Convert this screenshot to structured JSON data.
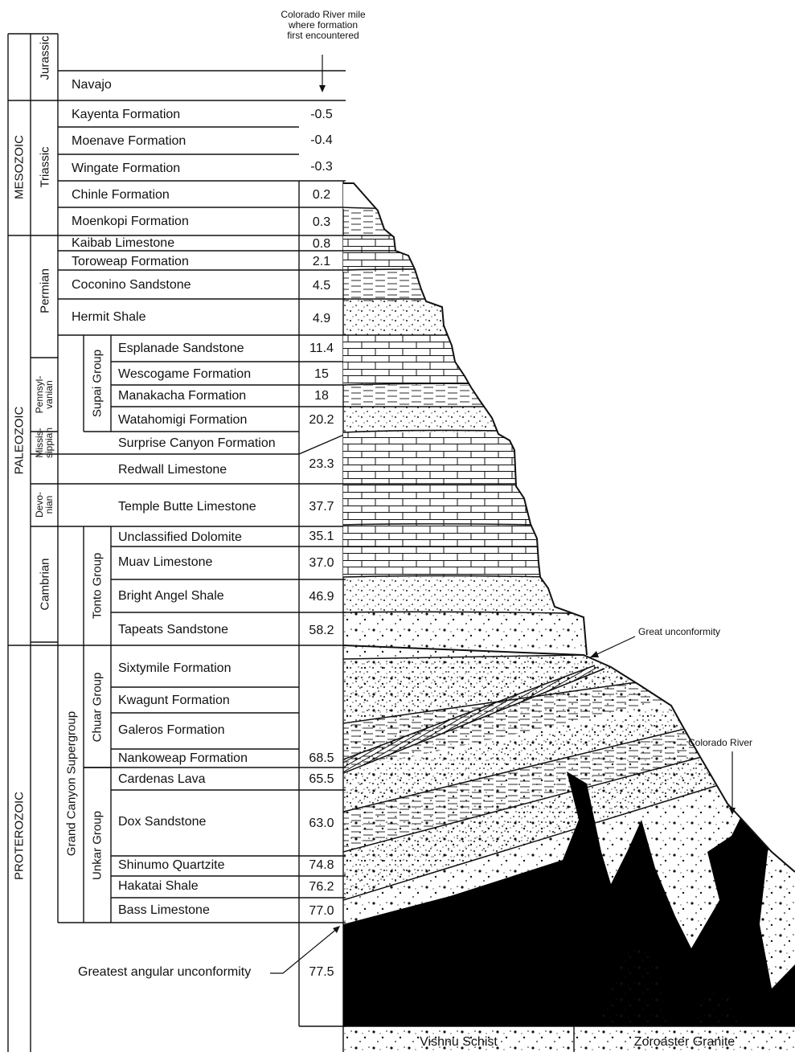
{
  "header_note": [
    "Colorado River mile",
    "where formation",
    "first encountered"
  ],
  "eras": [
    {
      "id": "mesozoic",
      "label": "MESOZOIC"
    },
    {
      "id": "paleozoic",
      "label": "PALEOZOIC"
    },
    {
      "id": "proterozoic",
      "label": "PROTEROZOIC"
    }
  ],
  "periods": {
    "jurassic": "Jurassic",
    "triassic": "Triassic",
    "permian": "Permian",
    "pennsylvanian": [
      "Pennsyl-",
      "vanian"
    ],
    "mississippian": [
      "Missis-",
      "sippian"
    ],
    "devonian": [
      "Devo-",
      "nian"
    ],
    "cambrian": "Cambrian"
  },
  "groups": {
    "supai": "Supai Group",
    "tonto": "Tonto Group",
    "gcs": "Grand Canyon Supergroup",
    "chuar": "Chuar Group",
    "unkar": "Unkar Group"
  },
  "formations": [
    {
      "name": "Navajo",
      "mile": ""
    },
    {
      "name": "Kayenta Formation",
      "mile": "-0.5"
    },
    {
      "name": "Moenave Formation",
      "mile": "-0.4"
    },
    {
      "name": "Wingate Formation",
      "mile": "-0.3"
    },
    {
      "name": "Chinle Formation",
      "mile": "0.2"
    },
    {
      "name": "Moenkopi Formation",
      "mile": "0.3"
    },
    {
      "name": "Kaibab Limestone",
      "mile": "0.8"
    },
    {
      "name": "Toroweap Formation",
      "mile": "2.1"
    },
    {
      "name": "Coconino Sandstone",
      "mile": "4.5"
    },
    {
      "name": "Hermit Shale",
      "mile": "4.9"
    },
    {
      "name": "Esplanade Sandstone",
      "mile": "11.4"
    },
    {
      "name": "Wescogame Formation",
      "mile": "15"
    },
    {
      "name": "Manakacha Formation",
      "mile": "18"
    },
    {
      "name": "Watahomigi Formation",
      "mile": "20.2"
    },
    {
      "name": "Surprise Canyon Formation",
      "mile": ""
    },
    {
      "name": "Redwall Limestone",
      "mile": "23.3"
    },
    {
      "name": "Temple Butte Limestone",
      "mile": "37.7"
    },
    {
      "name": "Unclassified Dolomite",
      "mile": "35.1"
    },
    {
      "name": "Muav Limestone",
      "mile": "37.0"
    },
    {
      "name": "Bright Angel Shale",
      "mile": "46.9"
    },
    {
      "name": "Tapeats Sandstone",
      "mile": "58.2"
    },
    {
      "name": "Sixtymile Formation",
      "mile": ""
    },
    {
      "name": "Kwagunt Formation",
      "mile": ""
    },
    {
      "name": "Galeros Formation",
      "mile": ""
    },
    {
      "name": "Nankoweap Formation",
      "mile": "68.5"
    },
    {
      "name": "Cardenas Lava",
      "mile": "65.5"
    },
    {
      "name": "Dox Sandstone",
      "mile": "63.0"
    },
    {
      "name": "Shinumo Quartzite",
      "mile": "74.8"
    },
    {
      "name": "Hakatai Shale",
      "mile": "76.2"
    },
    {
      "name": "Bass Limestone",
      "mile": "77.0"
    }
  ],
  "greatest_unconformity": {
    "label": "Greatest angular unconformity",
    "mile": "77.5"
  },
  "annotations": {
    "great_unconformity": "Great unconformity",
    "colorado_river": "Colorado River"
  },
  "basement": {
    "left": "Vishnu Schist",
    "right": "Zoroaster Granite"
  }
}
